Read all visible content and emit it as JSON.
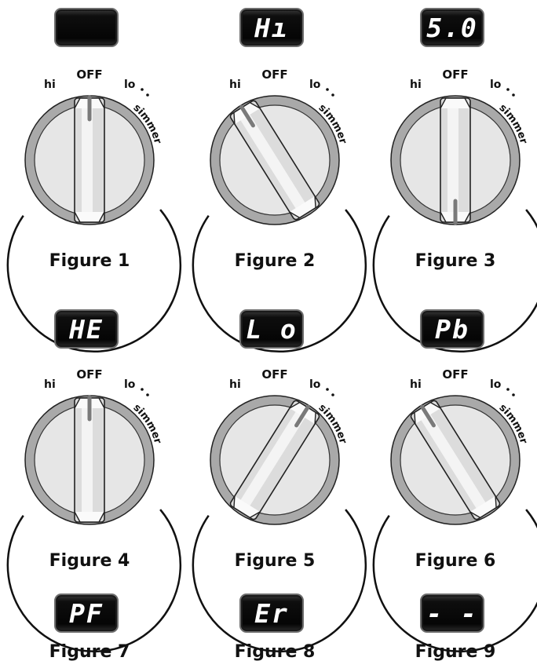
{
  "dial_labels": {
    "hi": "hi",
    "off": "OFF",
    "lo": "lo",
    "simmer": "simmer"
  },
  "figures": [
    {
      "caption": "Figure 1",
      "display": "",
      "knob_angle": 0,
      "indicator": "top"
    },
    {
      "caption": "Figure 2",
      "display": "Hı",
      "knob_angle": -32,
      "indicator": "top"
    },
    {
      "caption": "Figure 3",
      "display": "5.0",
      "knob_angle": 0,
      "indicator": "bottom"
    },
    {
      "caption": "Figure 4",
      "display": "HE",
      "knob_angle": 0,
      "indicator": "top"
    },
    {
      "caption": "Figure 5",
      "display": "L o",
      "knob_angle": 32,
      "indicator": "top"
    },
    {
      "caption": "Figure 6",
      "display": "Pb",
      "knob_angle": -32,
      "indicator": "top"
    },
    {
      "caption": "Figure 7",
      "display": "PF"
    },
    {
      "caption": "Figure 8",
      "display": "Er"
    },
    {
      "caption": "Figure 9",
      "display": "- -"
    }
  ],
  "colors": {
    "dial_ring": "#a9a9a9",
    "dial_face": "#e6e6e6",
    "knob_bar": "#dcdcdc",
    "indicator": "#7a7a7a",
    "display_bg": "#0a0a0a"
  }
}
